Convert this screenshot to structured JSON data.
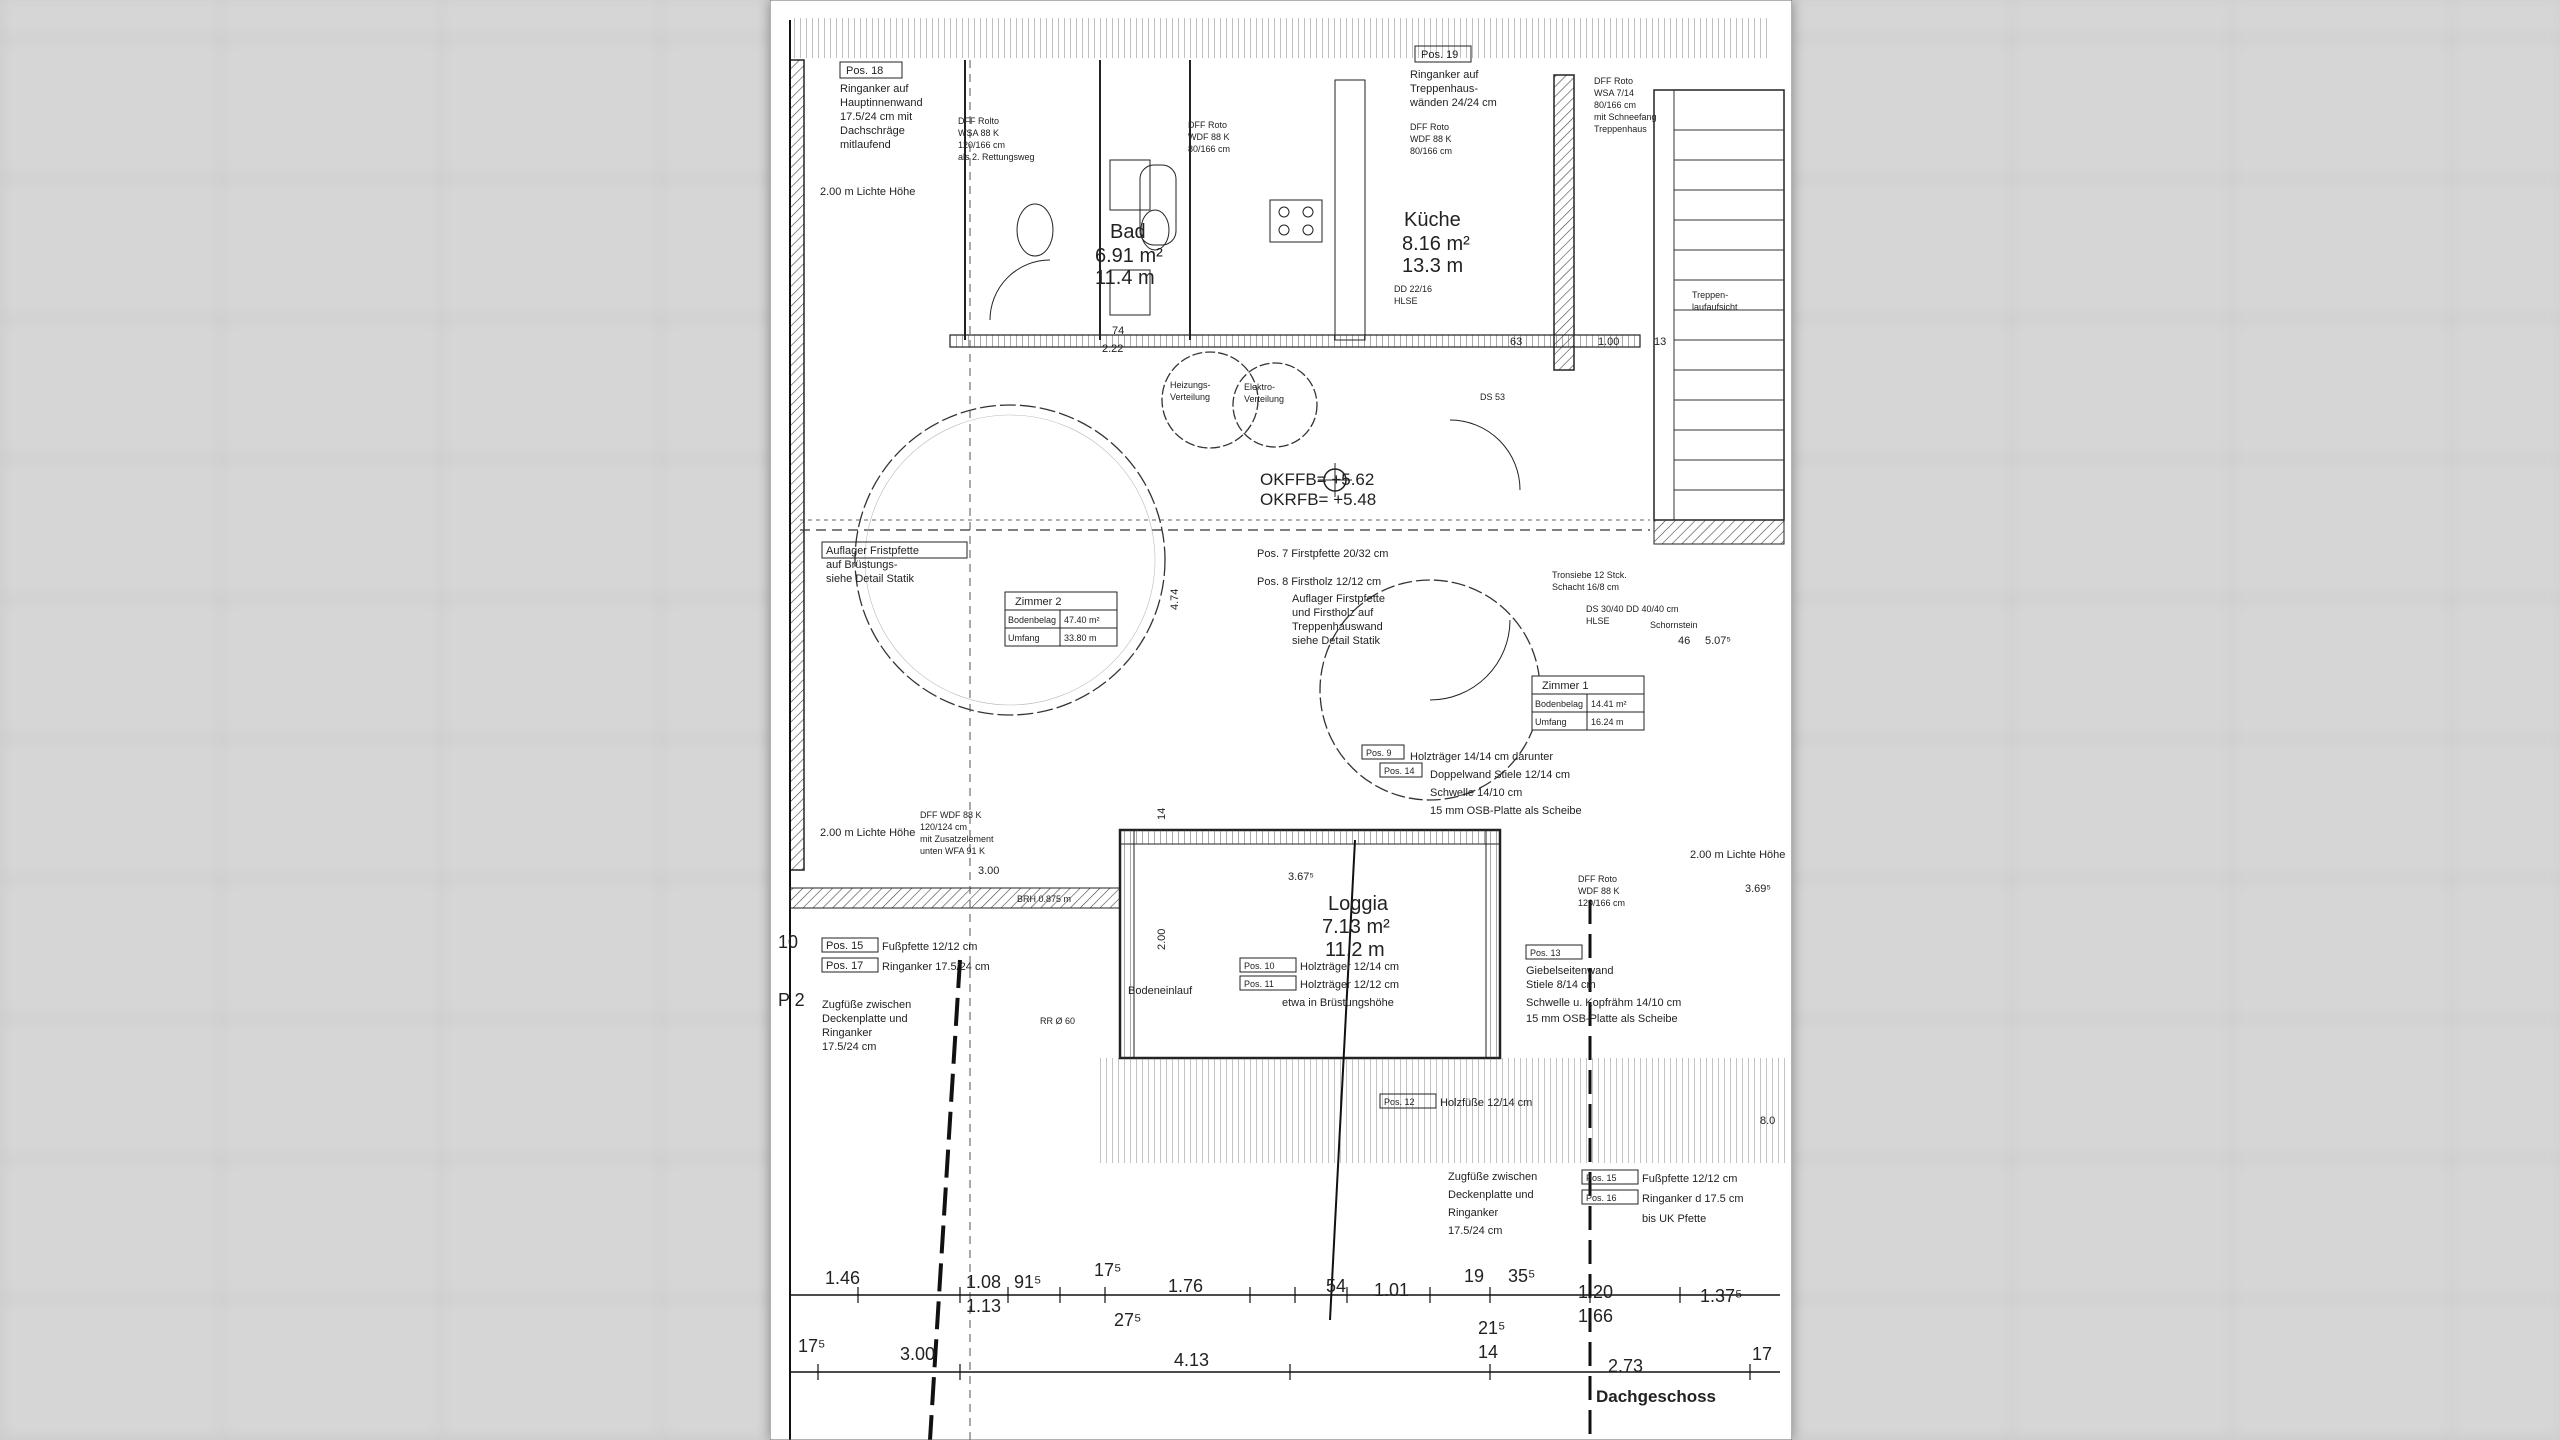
{
  "plan": {
    "floor_title": "Dachgeschoss",
    "rooms": {
      "bad": {
        "name": "Bad",
        "area": "6.91 m²",
        "perimeter": "11.4 m"
      },
      "kueche": {
        "name": "Küche",
        "area": "8.16 m²",
        "perimeter": "13.3 m"
      },
      "loggia": {
        "name": "Loggia",
        "area": "7.13 m²",
        "perimeter": "11.2 m"
      },
      "zimmer2": {
        "name": "Zimmer 2",
        "r1a": "Bodenbelag",
        "r1b": "47.40 m²",
        "r2a": "Umfang",
        "r2b": "33.80 m"
      },
      "zimmer1": {
        "name": "Zimmer 1",
        "r1a": "Bodenbelag",
        "r1b": "14.41 m²",
        "r2a": "Umfang",
        "r2b": "16.24 m"
      }
    },
    "levels": {
      "okffb": "OKFFB= +5.62",
      "okrfb": "OKRFB= +5.48"
    },
    "notes": {
      "pos18": "Pos. 18",
      "ringanker_left": [
        "Ringanker auf",
        "Hauptinnenwand",
        "17.5/24 cm mit",
        "Dachschräge",
        "mitlaufend"
      ],
      "lh_200_top": "2.00 m Lichte Höhe",
      "pos19": "Pos. 19",
      "ringanker_top": [
        "Ringanker auf",
        "Treppenhaus-",
        "wänden 24/24 cm"
      ],
      "dfp1": [
        "DFF Rolto",
        "WSA 88 K",
        "120/166 cm",
        "als 2. Rettungsweg"
      ],
      "dfp2": [
        "DFF Roto",
        "WDF 88 K",
        "80/166 cm"
      ],
      "dfp3": [
        "DFF Roto",
        "WDF 88 K",
        "80/166 cm"
      ],
      "dfp_right": [
        "DFF Roto",
        "WSA 7/14",
        "80/166 cm",
        "mit Schneefang",
        "Treppenhaus"
      ],
      "dd": [
        "DD 22/16",
        "HLSE"
      ],
      "treppen": [
        "Treppen-",
        "laufaufsicht"
      ],
      "heizung": [
        "Heizungs-",
        "Verteilung"
      ],
      "elektro": [
        "Elektro-",
        "Verteilung"
      ],
      "ds": "DS 53",
      "auflager_left": [
        "Auflager Fristpfette",
        "auf Brüstungs-",
        "siehe Detail Statik"
      ],
      "pos7": "Pos. 7 Firstpfette 20/32 cm",
      "pos8": "Pos. 8 Firstholz 12/12 cm",
      "auflager_mid": [
        "Auflager Firstpfette",
        "und Firstholz auf",
        "Treppenhauswand",
        "siehe Detail Statik"
      ],
      "tron": [
        "Tronsiebe 12 Stck.",
        "Schacht 16/8 cm"
      ],
      "schornstein": [
        "DS 30/40 DD 40/40 cm",
        "HLSE",
        "Schornstein"
      ],
      "pos9": "Pos. 9",
      "pos9t": "Holzträger 14/14 cm darunter",
      "pos14": "Pos. 14",
      "pos14t": "Doppelwand Stiele 12/14 cm",
      "schwelle": [
        "Schwelle 14/10 cm",
        "15 mm OSB-Platte als Scheibe"
      ],
      "dfp_mid": [
        "DFF WDF 88 K",
        "120/124 cm",
        "mit Zusatzelement",
        "unten WFA 91 K"
      ],
      "lh_200_mid": "2.00 m Lichte Höhe",
      "lh_200_right": "2.00 m Lichte Höhe",
      "dfp_right2": [
        "DFF Roto",
        "WDF 88 K",
        "120/166 cm"
      ],
      "pos15": "Pos. 15",
      "pos15t": "Fußpfette 12/12 cm",
      "pos17": "Pos. 17",
      "pos17t": "Ringanker 17.5/24 cm",
      "zugfuesse_left": [
        "Zugfüße zwischen",
        "Deckenplatte und",
        "Ringanker",
        "17.5/24 cm"
      ],
      "bodeneinlauf": "Bodeneinlauf",
      "pos10": "Pos. 10",
      "pos10t": "Holzträger 12/14 cm",
      "pos11": "Pos. 11",
      "pos11t": "Holzträger 12/12 cm",
      "bruestung": "etwa in Brüstungshöhe",
      "pos13": "Pos. 13",
      "pos13t": [
        "Giebelseitenwand",
        "Stiele 8/14 cm",
        "Schwelle u. Kopfrähm 14/10 cm",
        "15 mm OSB-Platte als Scheibe"
      ],
      "pos12": "Pos. 12",
      "pos12t": "Holzfüße 12/14 cm",
      "zugfuesse_right": [
        "Zugfüße zwischen",
        "Deckenplatte und",
        "Ringanker",
        "17.5/24 cm"
      ],
      "pos16": "Pos. 16",
      "pos16t": "Ringanker d 17.5 cm",
      "pos16t2": "bis UK Pfette",
      "pos15b": "Pos. 15",
      "pos15bt": "Fußpfette 12/12 cm",
      "brh": "BRH 0.875 m",
      "rr": "RR Ø 60",
      "p2": "P 2",
      "d10": "10"
    },
    "dims_row1": [
      "1.46",
      "1.08",
      "1.13",
      "91⁵",
      "17⁵",
      "27⁵",
      "1.76",
      "54",
      "1.01",
      "19",
      "21⁵",
      "35⁵",
      "1.20",
      "1.66",
      "1.37⁵"
    ],
    "dims_row2": [
      "17⁵",
      "3.00",
      "4.13",
      "14",
      "2.73",
      "17"
    ],
    "dims_misc": {
      "a": "3.67⁵",
      "b": "2.00",
      "c": "14",
      "d": "4.74",
      "e": "3.00",
      "f": "1.00",
      "g": "13",
      "h": "63",
      "i": "74",
      "j": "2.22",
      "k": "3.69⁵",
      "l": "46",
      "m": "5.07⁵",
      "n": "8.0"
    }
  }
}
